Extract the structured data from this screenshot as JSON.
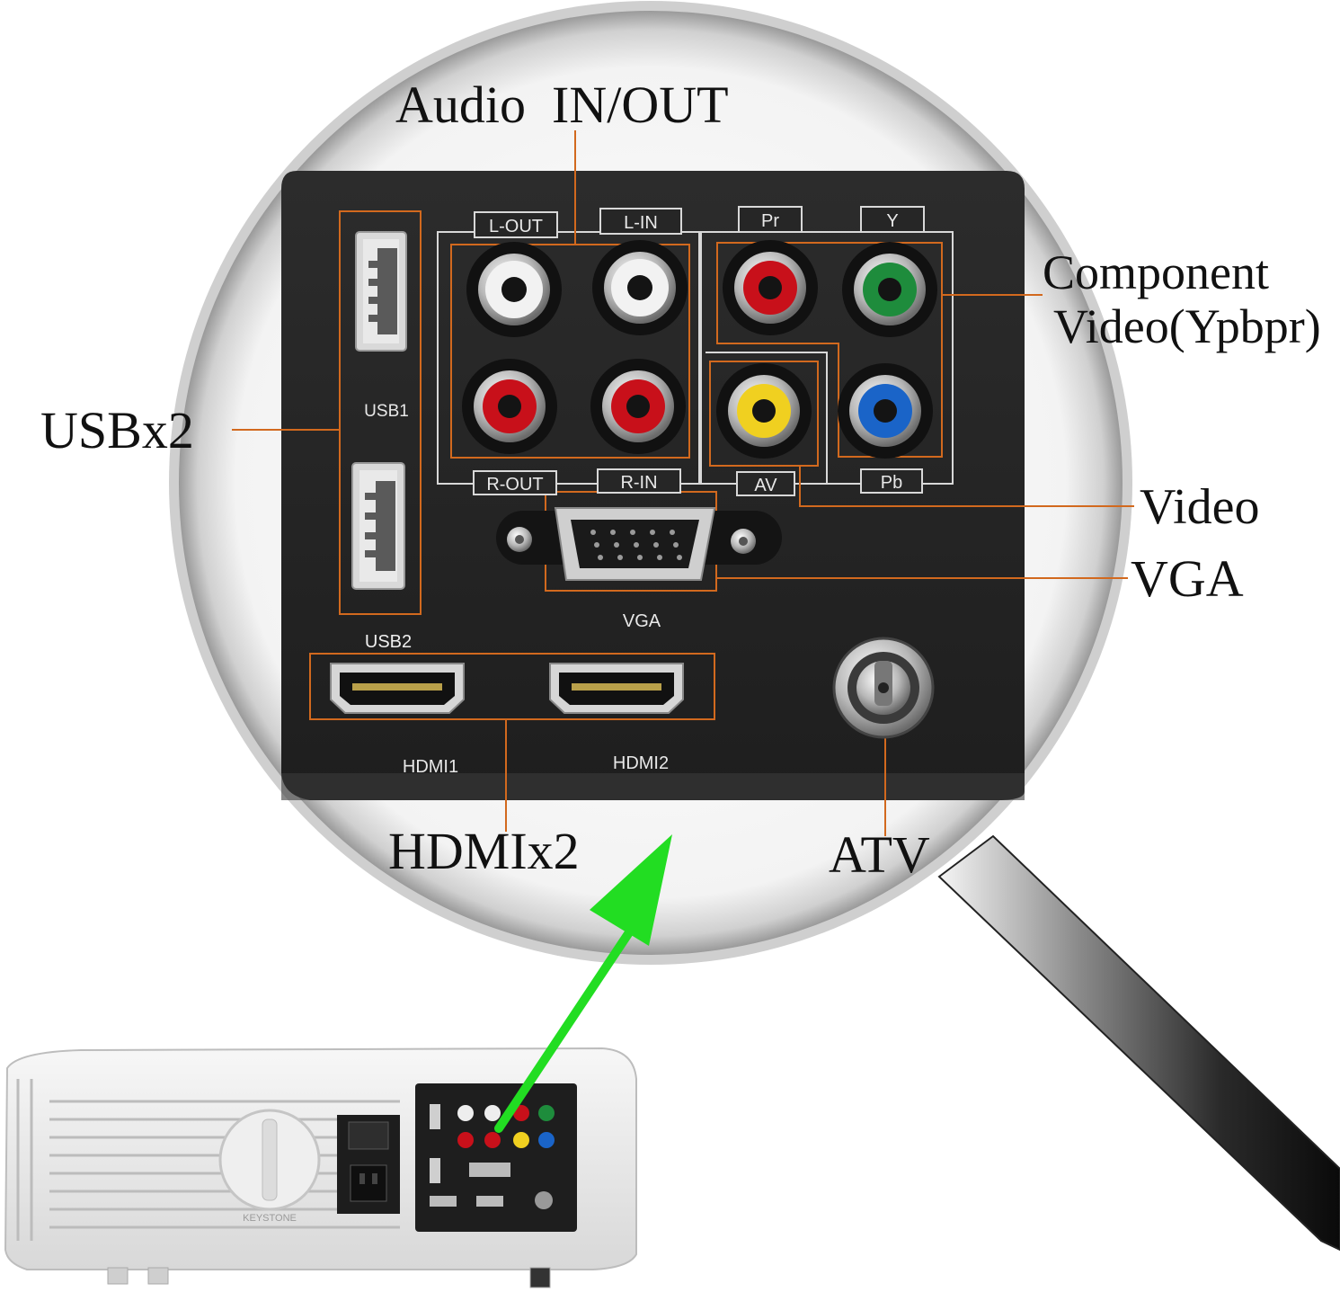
{
  "callouts": {
    "audio": "Audio  IN/OUT",
    "component_line1": "Component",
    "component_line2": "Video(Ypbpr)",
    "usb": "USBx2",
    "video": "Video",
    "vga": "VGA",
    "hdmi": "HDMIx2",
    "atv": "ATV"
  },
  "panel_labels": {
    "l_out": "L-OUT",
    "l_in": "L-IN",
    "pr": "Pr",
    "y": "Y",
    "r_out": "R-OUT",
    "r_in": "R-IN",
    "av": "AV",
    "pb": "Pb",
    "usb1": "USB1",
    "usb2": "USB2",
    "vga": "VGA",
    "hdmi1": "HDMI1",
    "hdmi2": "HDMI2"
  },
  "projector_labels": {
    "keystone": "KEYSTONE"
  },
  "colors": {
    "panel": "#262626",
    "callout_line": "#d2691e",
    "arrow": "#22dd22",
    "rca_red": "#c8101a",
    "rca_green": "#1e8c3c",
    "rca_blue": "#1a64c8",
    "rca_yellow": "#f0d020",
    "rca_white": "#f2f2f2"
  }
}
